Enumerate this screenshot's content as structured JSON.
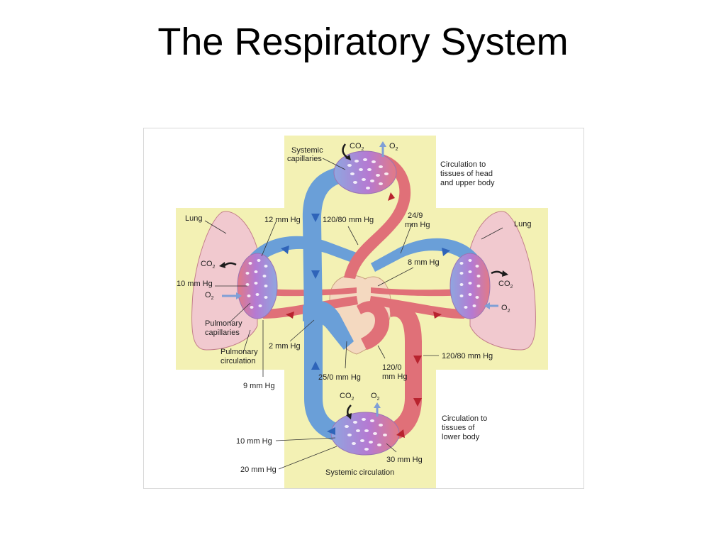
{
  "slide": {
    "title": "The Respiratory System"
  },
  "diagram": {
    "labels": {
      "systemic_capillaries": [
        "Systemic",
        "capillaries"
      ],
      "co2": "CO",
      "o2": "O",
      "sub2": "2",
      "circ_upper": [
        "Circulation to",
        "tissues of head",
        "and upper body"
      ],
      "lung_left": "Lung",
      "lung_right": "Lung",
      "p12": "12 mm Hg",
      "p120_80_top": "120/80 mm Hg",
      "p24_9": [
        "24/9",
        "mm Hg"
      ],
      "p8": "8 mm Hg",
      "p10_left": "10 mm Hg",
      "pulm_cap": [
        "Pulmonary",
        "capillaries"
      ],
      "p2": "2 mm Hg",
      "pulm_circ": [
        "Pulmonary",
        "circulation"
      ],
      "p9": "9 mm Hg",
      "p25_0": "25/0 mm Hg",
      "p120_0": [
        "120/0",
        "mm Hg"
      ],
      "p120_80_right": "120/80 mm Hg",
      "circ_lower": [
        "Circulation to",
        "tissues of",
        "lower body"
      ],
      "p10_bottom": "10 mm Hg",
      "p20": "20 mm Hg",
      "p30": "30 mm Hg",
      "systemic_circ": "Systemic circulation"
    },
    "colors": {
      "panel": "#f3f1b4",
      "deoxygenated": "#6a9fd8",
      "oxygenated": "#e07078",
      "lung": "#f1c9cf",
      "heart": "#f4d9c0",
      "capillary": "#b47ad0",
      "arrow_dark": "#1c1c1c",
      "arrow_blue": "#7f9fd6",
      "flow_arrow_blue": "#2f64b9",
      "flow_arrow_red": "#b8232e"
    }
  }
}
